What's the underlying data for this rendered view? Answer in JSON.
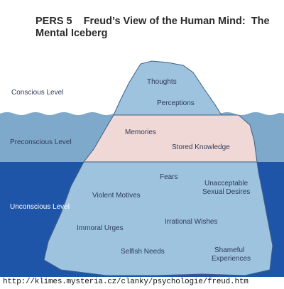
{
  "title": {
    "line1": "PERS 5    Freud’s View of the Human Mind:  The",
    "line2": "Mental Iceberg"
  },
  "levels": {
    "conscious": "Conscious Level",
    "preconscious": "Preconscious Level",
    "unconscious": "Unconscious Level"
  },
  "iceberg_labels": {
    "thoughts": "Thoughts",
    "perceptions": "Perceptions",
    "memories": "Memories",
    "stored_knowledge": "Stored Knowledge",
    "fears": "Fears",
    "unacceptable_line1": "Unacceptable",
    "unacceptable_line2": "Sexual Desires",
    "violent_motives": "Violent Motives",
    "irrational_wishes": "Irrational Wishes",
    "immoral_urges": "Immoral Urges",
    "selfish_needs": "Selfish Needs",
    "shameful_line1": "Shameful",
    "shameful_line2": "Experiences"
  },
  "source_url": "http://klimes.mysteria.cz/clanky/psychologie/freud.htm",
  "colors": {
    "sky": "#ffffff",
    "upper_water": "#7ea9cb",
    "deep_water": "#1f55a8",
    "ice": "#9dc3df",
    "ice_outline": "#3d5f86",
    "preconscious_ice": "#f0d8d6"
  }
}
